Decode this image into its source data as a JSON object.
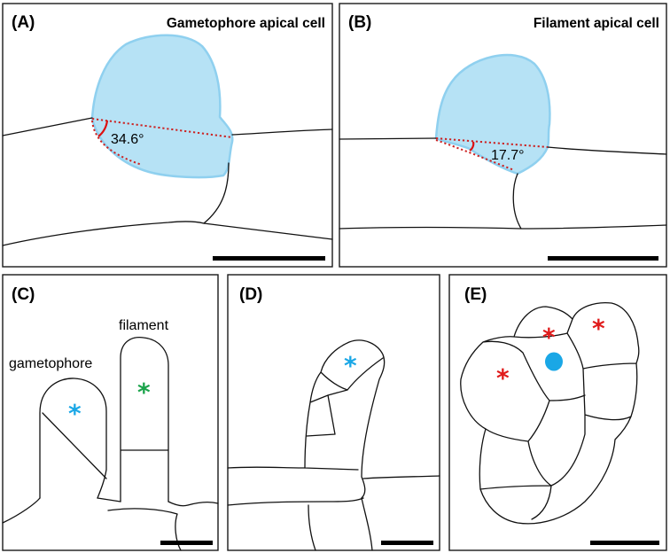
{
  "panels": {
    "a": {
      "label": "(A)",
      "title": "Gametophore apical cell",
      "angle": "34.6°"
    },
    "b": {
      "label": "(B)",
      "title": "Filament apical cell",
      "angle": "17.7°"
    },
    "c": {
      "label": "(C)",
      "gametophore": "gametophore",
      "filament": "filament"
    },
    "d": {
      "label": "(D)"
    },
    "e": {
      "label": "(E)"
    }
  },
  "markers": {
    "asterisk": "*"
  },
  "colors": {
    "apical_fill": "#b6e2f5",
    "apical_outline": "#8fd0ef",
    "angle_red": "#cc2222",
    "cyan_marker": "#1aa7e6",
    "green_marker": "#1aa34a",
    "red_marker": "#e01b1b"
  }
}
